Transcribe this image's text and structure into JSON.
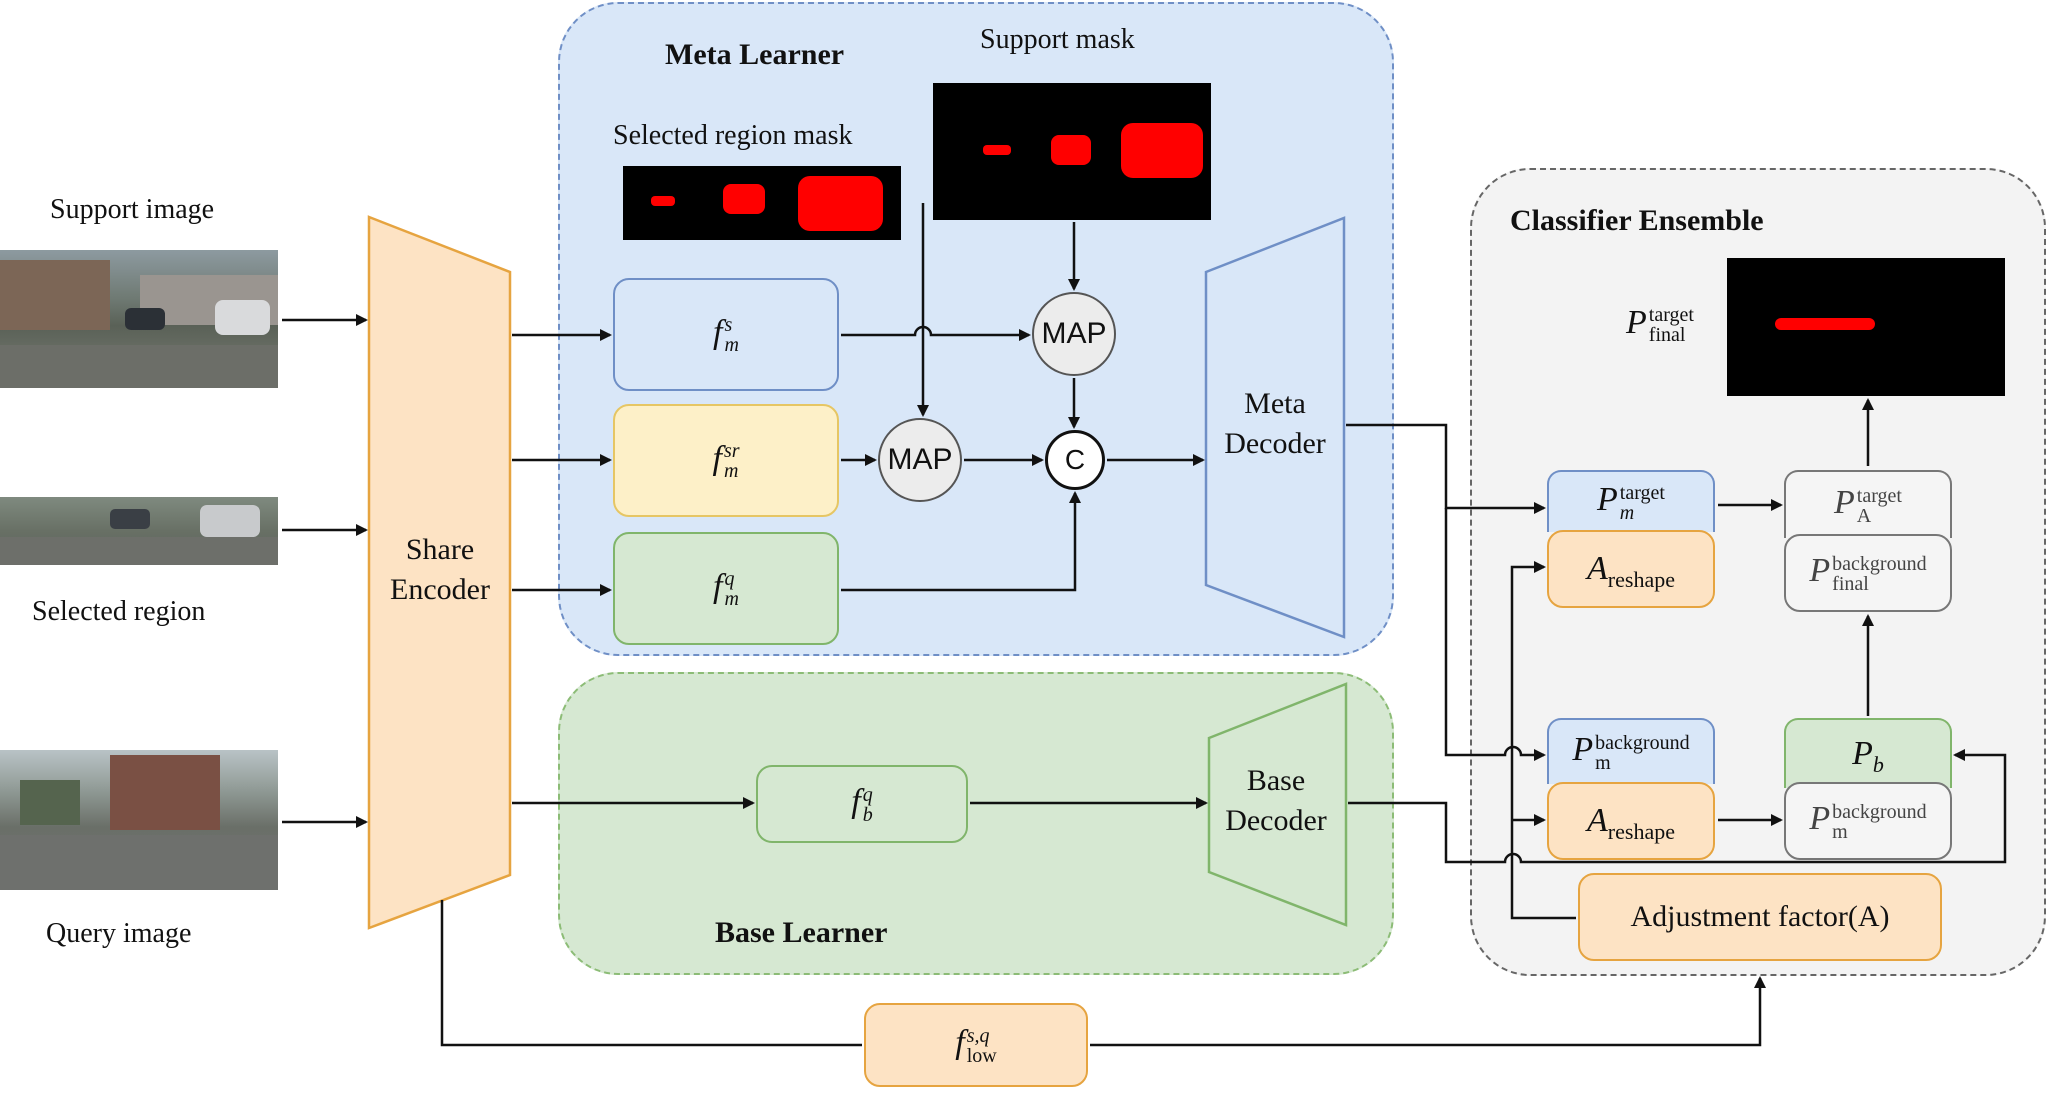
{
  "regions": {
    "meta_learner": "Meta Learner",
    "base_learner": "Base Learner",
    "classifier_ensemble": "Classifier Ensemble"
  },
  "inputs": {
    "support_image": "Support image",
    "selected_region": "Selected region",
    "query_image": "Query image"
  },
  "masks": {
    "selected_region_mask": "Selected region mask",
    "support_mask": "Support mask"
  },
  "modules": {
    "share_encoder": [
      "Share",
      "Encoder"
    ],
    "meta_decoder": [
      "Meta",
      "Decoder"
    ],
    "base_decoder": [
      "Base",
      "Decoder"
    ],
    "map": "MAP",
    "concat": "C",
    "adjustment_factor": "Adjustment factor(A)"
  },
  "features": {
    "f_m_s": {
      "base": "f",
      "sub": "m",
      "sup": "s"
    },
    "f_m_sr": {
      "base": "f",
      "sub": "m",
      "sup": "sr"
    },
    "f_m_q": {
      "base": "f",
      "sub": "m",
      "sup": "q"
    },
    "f_b_q": {
      "base": "f",
      "sub": "b",
      "sup": "q"
    },
    "f_low": {
      "base": "f",
      "sub": "low",
      "sup": "s,q"
    }
  },
  "ensemble": {
    "p_m_target": {
      "base": "P",
      "sub": "m",
      "sup": "target"
    },
    "a_reshape": {
      "base": "A",
      "sub": "reshape"
    },
    "p_a_target": {
      "base": "P",
      "sub": "A",
      "sup": "target"
    },
    "p_final_background": {
      "base": "P",
      "sub": "final",
      "sup": "background"
    },
    "p_m_background": {
      "base": "P",
      "sub": "m",
      "sup": "background"
    },
    "p_b": {
      "base": "P",
      "sub": "b"
    },
    "p_final_target": {
      "base": "P",
      "sub": "final",
      "sup": "target"
    }
  }
}
